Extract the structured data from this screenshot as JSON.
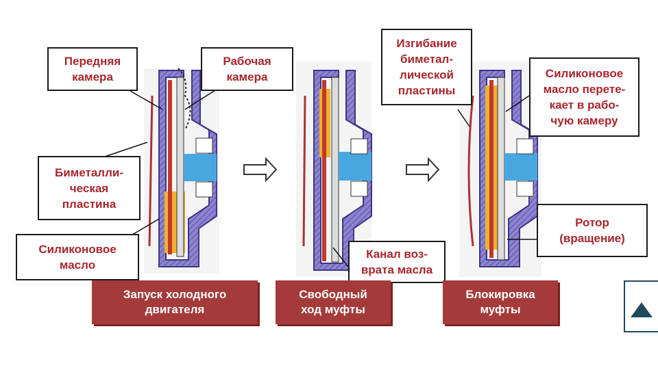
{
  "labels": {
    "front_chamber": "Передняя\nкамера",
    "work_chamber": "Рабочая\nкамера",
    "bimetal_plate": "Биметалли-\nческая\nпластина",
    "silicone_oil": "Силиконовое\nмасло",
    "return_channel": "Канал воз-\nврата масла",
    "bending": "Изгибание\nбиметал-\nлической\nпластины",
    "silicone_flow": "Силиконовое\nмасло перете-\nкает в рабо-\nчую камеру",
    "rotor": "Ротор\n(вращение)"
  },
  "stages": {
    "cold_start": "Запуск холодного\nдвигателя",
    "free_run": "Свободный\nход муфты",
    "locked": "Блокировка\nмуфты"
  },
  "colors": {
    "label_red": "#a8262b",
    "stage_bg": "#a53a3a",
    "housing": "#7a6fc4",
    "oil": "#f0b030",
    "shaft": "#49a7e0",
    "plate": "#c0392b"
  },
  "icons": {
    "arrow": "right-outline-arrow",
    "scroll_top": "up-triangle-icon"
  }
}
